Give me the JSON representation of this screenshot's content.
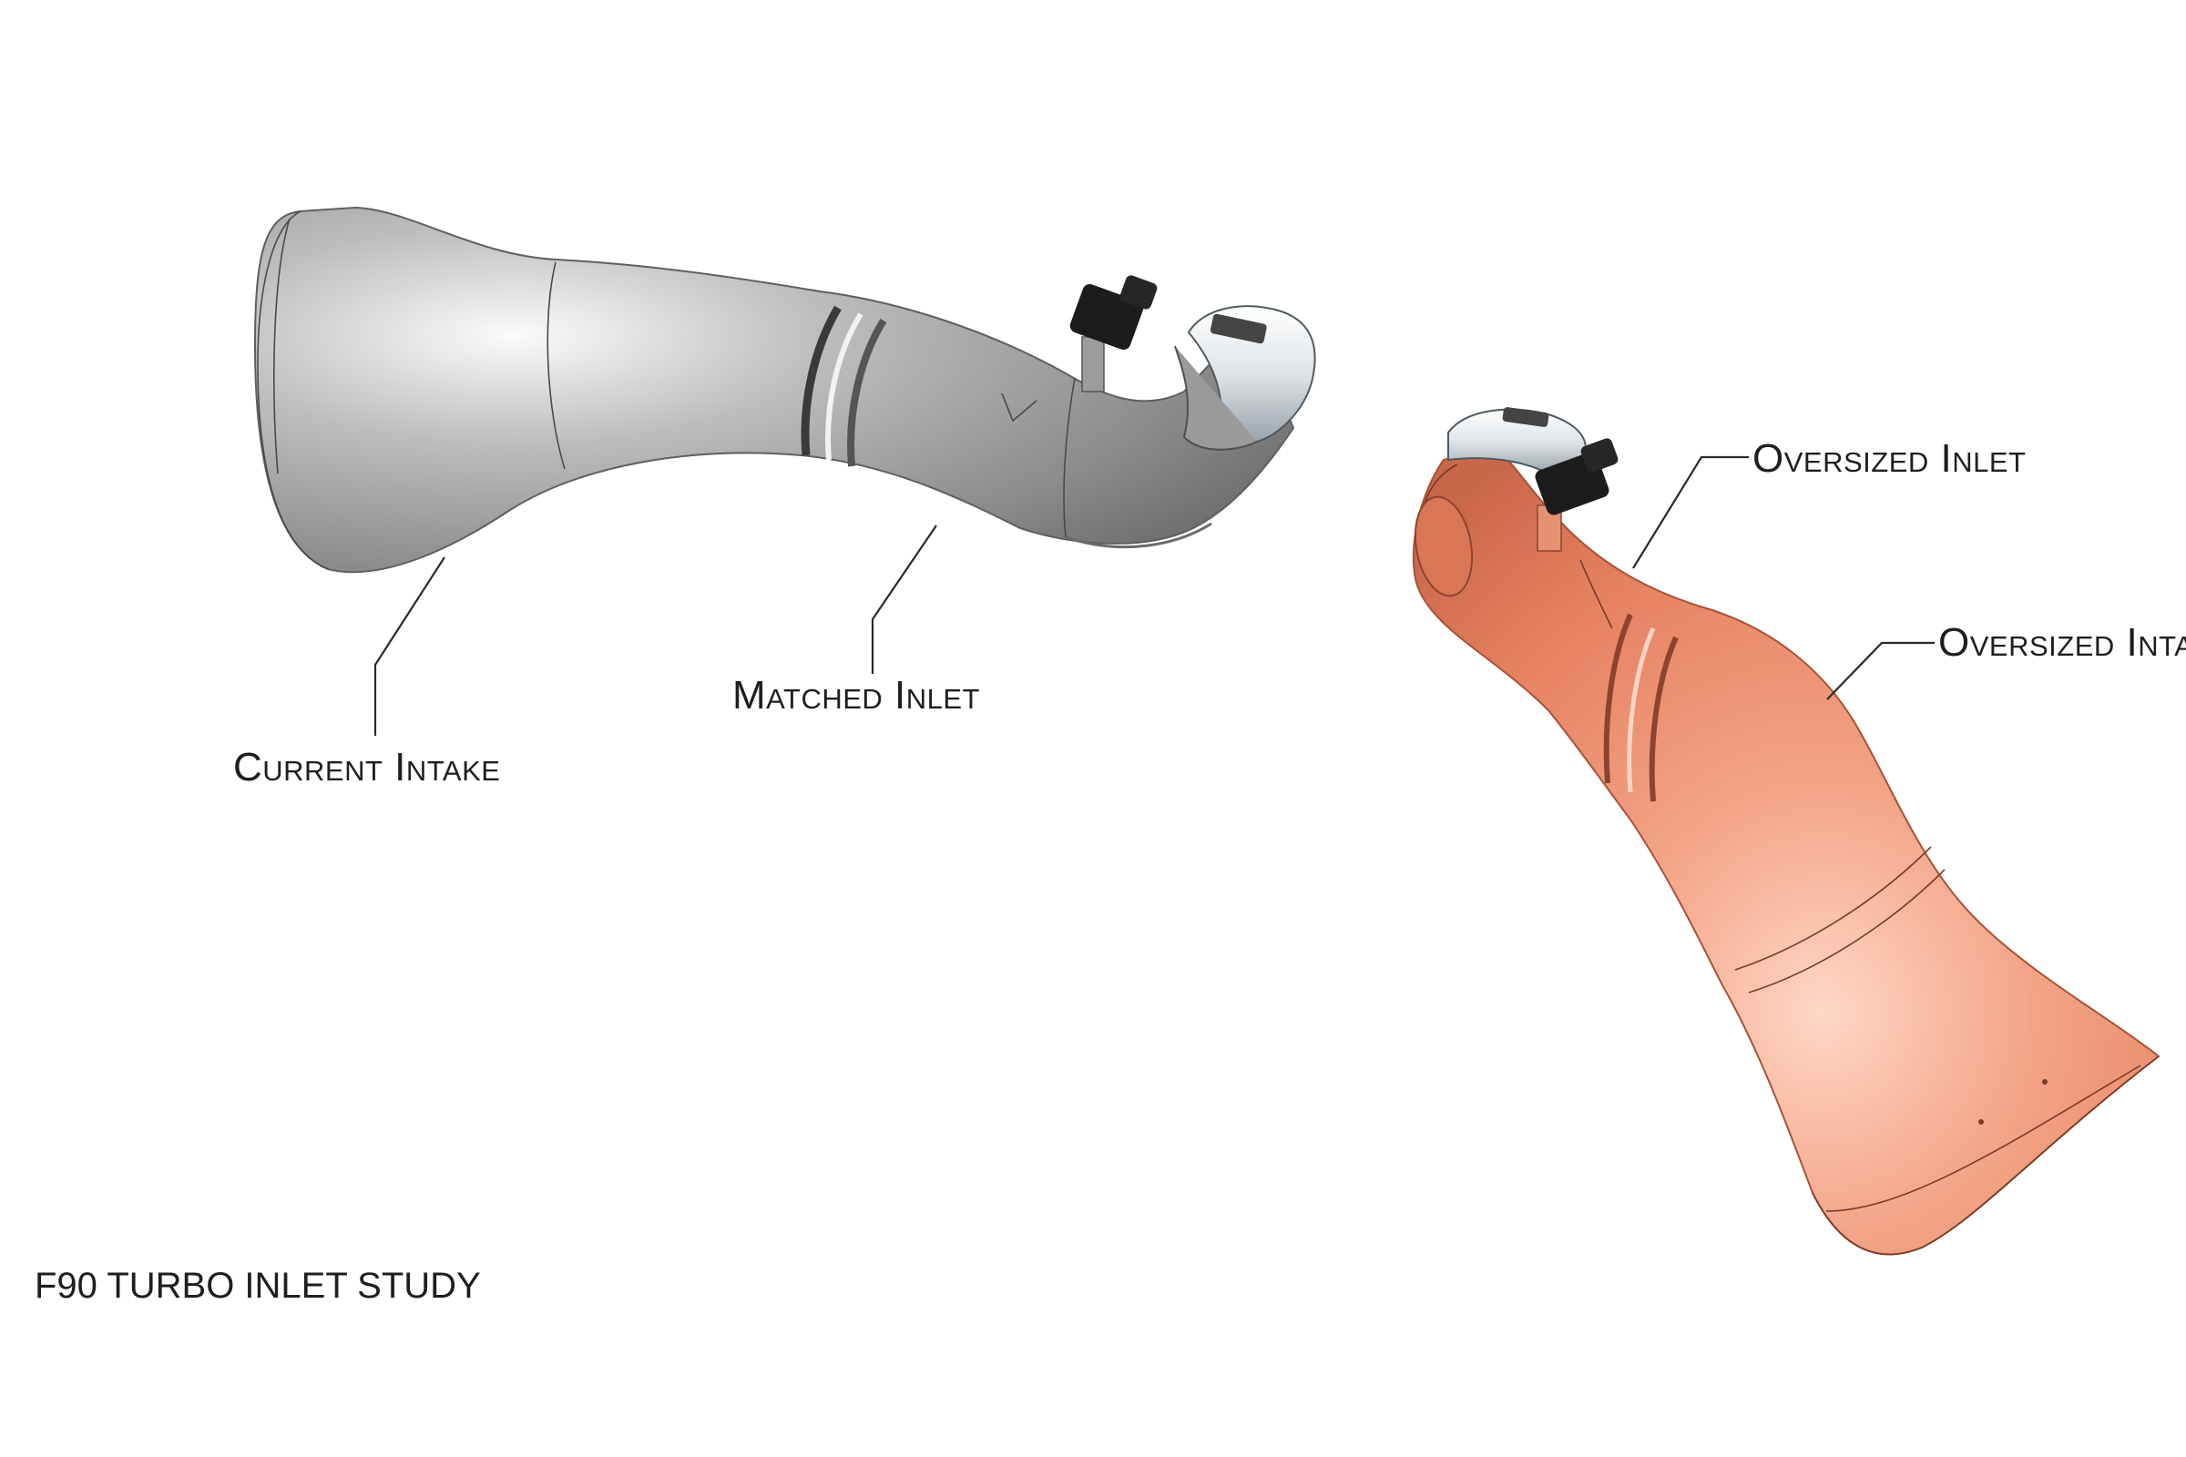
{
  "labels": {
    "current_intake": "Current Intake",
    "matched_inlet": "Matched Inlet",
    "oversized_inlet": "Oversized Inlet",
    "oversized_intake": "Oversized Inta"
  },
  "footer": {
    "title": "F90 TURBO INLET STUDY"
  },
  "colors": {
    "current_part": "#a9a9a9",
    "oversized_part": "#e88a6a",
    "sensor": "#1c1c1c",
    "clamp": "#e8ecef"
  },
  "icons": {
    "current": "gray-intake-pipe",
    "oversized": "copper-intake-pipe",
    "sensor": "black-sensor-connector",
    "clamp": "hose-clamp"
  }
}
